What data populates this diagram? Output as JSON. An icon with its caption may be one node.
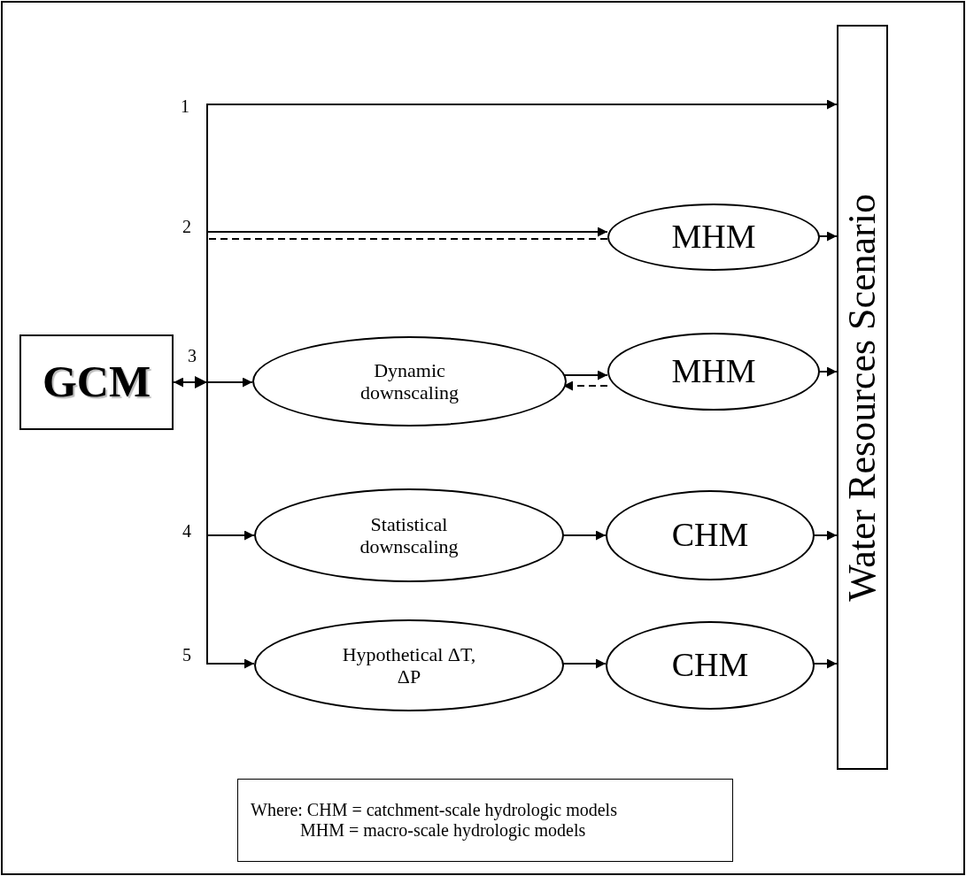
{
  "diagram": {
    "nodes": [
      {
        "text": [
          "GCM"
        ]
      },
      {
        "text": [
          "Water Resources Scenario"
        ]
      },
      {
        "text": [
          "MHM"
        ]
      },
      {
        "text": [
          "Dynamic downscaling"
        ]
      },
      {
        "text": [
          "MHM"
        ]
      },
      {
        "text": [
          "Statistical downscaling"
        ]
      },
      {
        "text": [
          "CHM"
        ]
      },
      {
        "text": [
          "Hypothetical ΔT, ΔP"
        ]
      },
      {
        "text": [
          "CHM"
        ]
      },
      {
        "text": [
          "Where: CHM = catchment-scale hydrologic models",
          "MHM = macro-scale hydrologic models"
        ]
      }
    ],
    "edges": [
      {
        "from": 0,
        "to": 1,
        "arrow": "to"
      },
      {
        "from": 0,
        "to": 2,
        "arrow": "to"
      },
      {
        "from": 2,
        "to": 0,
        "arrow": "to",
        "style": "dashed"
      },
      {
        "from": 0,
        "to": 3,
        "arrow": "to"
      },
      {
        "from": 3,
        "to": 4,
        "arrow": "to"
      },
      {
        "from": 4,
        "to": 3,
        "arrow": "to",
        "style": "dashed"
      },
      {
        "from": 0,
        "to": 5,
        "arrow": "to"
      },
      {
        "from": 0,
        "to": 7,
        "arrow": "to"
      },
      {
        "from": 2,
        "to": 1,
        "arrow": "to"
      },
      {
        "from": 4,
        "to": 1,
        "arrow": "to"
      },
      {
        "from": 5,
        "to": 6,
        "arrow": "to"
      },
      {
        "from": 6,
        "to": 1,
        "arrow": "to"
      },
      {
        "from": 7,
        "to": 8,
        "arrow": "to"
      },
      {
        "from": 8,
        "to": 1,
        "arrow": "to"
      }
    ],
    "labels": [
      "1",
      "2",
      "3",
      "4",
      "5"
    ]
  }
}
